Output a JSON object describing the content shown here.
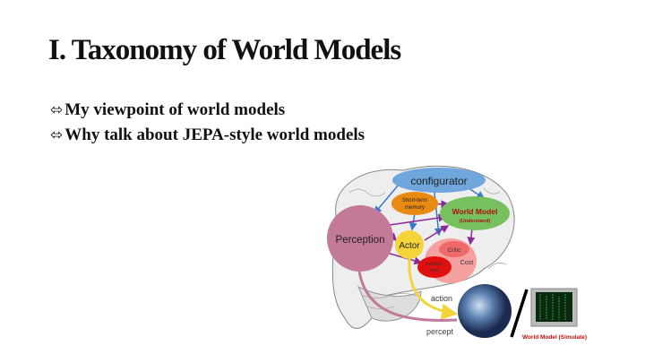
{
  "slide": {
    "title": "I. Taxonomy of World Models",
    "bullet_icon": "left-right-arrow-icon",
    "bullets": [
      "My viewpoint of world models",
      "Why talk about JEPA-style world models"
    ]
  },
  "diagram": {
    "configurator": "configurator",
    "short_term_memory": [
      "Short-term",
      "memory"
    ],
    "world_model": "World Model",
    "world_model_sub": "(Understand)",
    "perception": "Perception",
    "actor": "Actor",
    "critic": "Critic",
    "intrinsic_cost": [
      "Intrinsic",
      "cost"
    ],
    "cost": "Cost",
    "action": "action",
    "percept": "percept",
    "simulate_label": "World Model (Simulate)"
  }
}
